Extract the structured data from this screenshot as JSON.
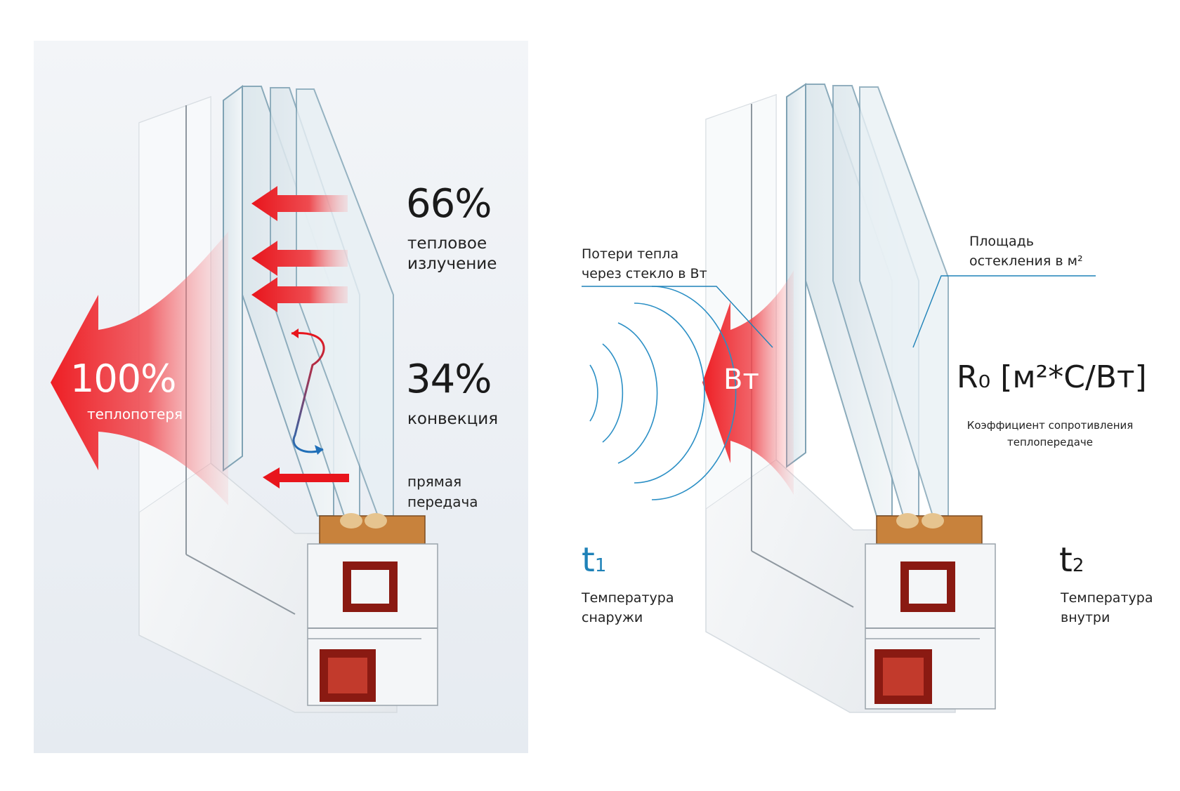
{
  "left_panel": {
    "total_percent": "100%",
    "total_label": "теплопотеря",
    "radiation_percent": "66%",
    "radiation_label": [
      "тепловое",
      "излучение"
    ],
    "convection_percent": "34%",
    "convection_label": "конвекция",
    "direct_label": [
      "прямая",
      "передача"
    ]
  },
  "right_panel": {
    "heat_loss_note": [
      "Потери тепла",
      "через стекло в Вт"
    ],
    "glazing_area_note": [
      "Площадь",
      "остекления в м²"
    ],
    "arrow_unit": "Вт",
    "formula": "R₀ [м²*С/Вт]",
    "coefficient_label": [
      "Коэффициент сопротивления",
      "теплопередаче"
    ],
    "t_outside": {
      "symbol": "t",
      "sub": "1",
      "label": [
        "Температура",
        "снаружи"
      ]
    },
    "t_inside": {
      "symbol": "t",
      "sub": "2",
      "label": [
        "Температура",
        "внутри"
      ]
    }
  },
  "colors": {
    "accent_blue": "#1f82b8",
    "heat_red": "#e8151c",
    "glass_edge": "#7fa2b4",
    "frame_white": "#f6f8fa",
    "steel_red": "#8a1a12",
    "left_bg": "#eef2f6"
  }
}
